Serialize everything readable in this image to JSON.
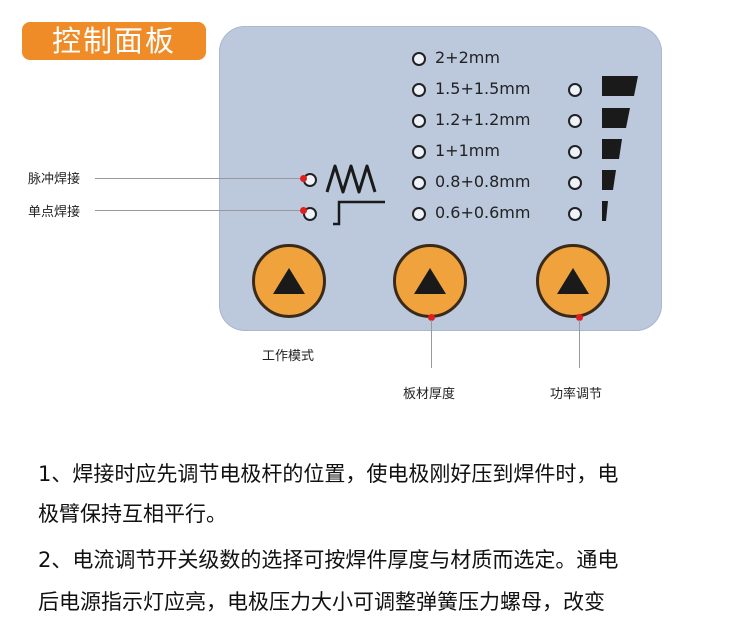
{
  "title": "控制面板",
  "thickness_options": [
    "2+2mm",
    "1.5+1.5mm",
    "1.2+1.2mm",
    "1+1mm",
    "0.8+0.8mm",
    "0.6+0.6mm"
  ],
  "side_labels": {
    "pulse": "脉冲焊接",
    "spot": "单点焊接"
  },
  "button_labels": {
    "mode": "工作模式",
    "thickness": "板材厚度",
    "power": "功率调节"
  },
  "paragraphs": [
    "1、焊接时应先调节电极杆的位置，使电极刚好压到焊件时，电",
    "极臂保持互相平行。",
    "2、电流调节开关级数的选择可按焊件厚度与材质而选定。通电",
    "后电源指示灯应亮，电极压力大小可调整弹簧压力螺母，改变"
  ],
  "colors": {
    "panel": "#bcc9dd",
    "button": "#f0a33c",
    "accent": "#f08c28",
    "callout_dot": "#e02020"
  }
}
